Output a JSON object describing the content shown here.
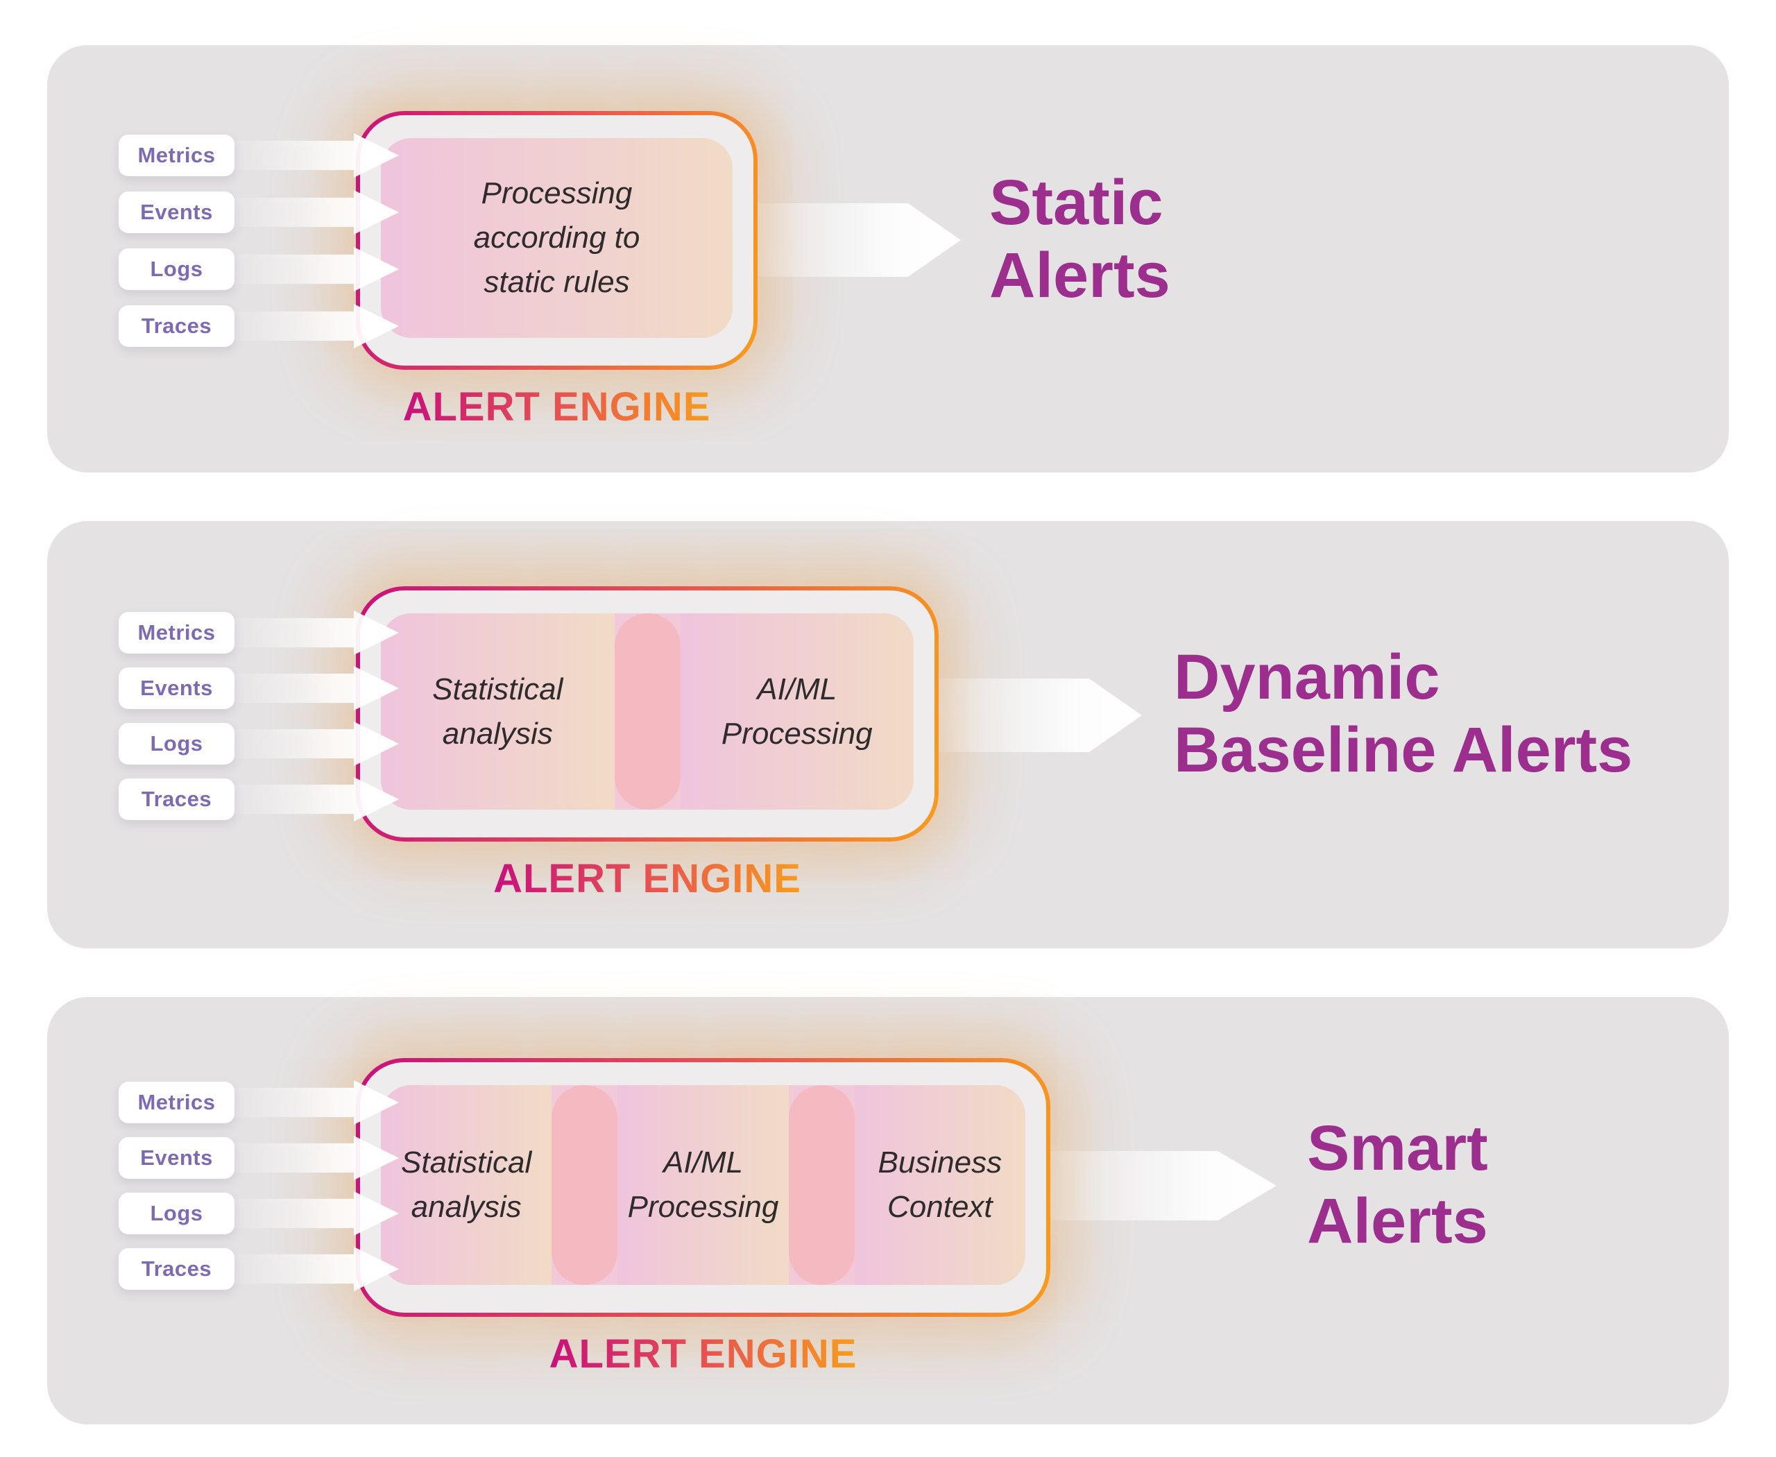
{
  "colors": {
    "panel_bg": "#e4e2e3",
    "title": "#9c2e8d",
    "input_label": "#7e6ab2",
    "gradient_start": "#c7107d",
    "gradient_mid": "#e8544f",
    "gradient_end": "#f89c1c",
    "engine_interior": "#eeeced",
    "section_bg_start": "#efc4dc",
    "section_bg_end": "#f1dbc6",
    "divider": "#f5b9c1",
    "section_text": "#2e2b2c"
  },
  "panels": [
    {
      "inputs": [
        "Metrics",
        "Events",
        "Logs",
        "Traces"
      ],
      "engine": {
        "label": "ALERT ENGINE",
        "sections": [
          "Processing\naccording to\nstatic rules"
        ]
      },
      "output_title": "Static\nAlerts"
    },
    {
      "inputs": [
        "Metrics",
        "Events",
        "Logs",
        "Traces"
      ],
      "engine": {
        "label": "ALERT ENGINE",
        "sections": [
          "Statistical\nanalysis",
          "AI/ML\nProcessing"
        ]
      },
      "output_title": "Dynamic\nBaseline Alerts"
    },
    {
      "inputs": [
        "Metrics",
        "Events",
        "Logs",
        "Traces"
      ],
      "engine": {
        "label": "ALERT ENGINE",
        "sections": [
          "Statistical\nanalysis",
          "AI/ML\nProcessing",
          "Business\nContext"
        ]
      },
      "output_title": "Smart\nAlerts"
    }
  ]
}
